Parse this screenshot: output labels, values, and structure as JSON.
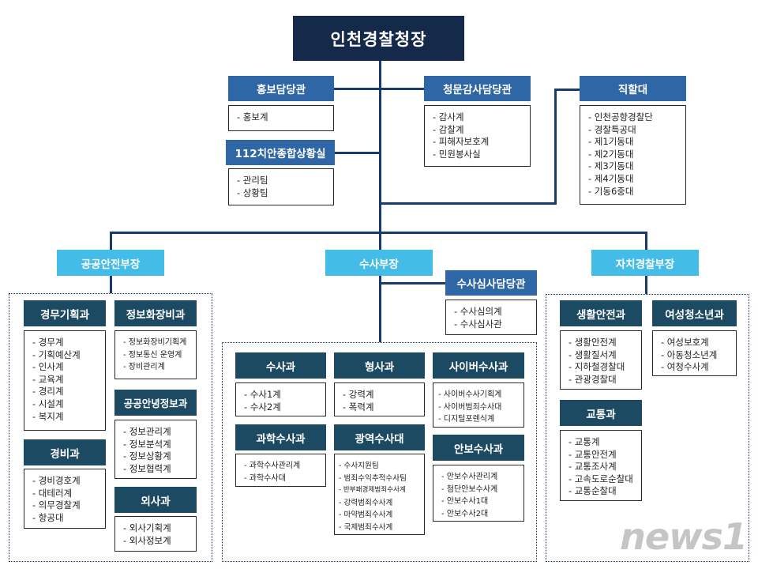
{
  "chief": "인천경찰청장",
  "hongbo": {
    "title": "홍보담당관",
    "items": [
      "- 홍보계"
    ]
  },
  "sit112": {
    "title": "112치안종합상황실",
    "items": [
      "- 관리팀",
      "- 상황팀"
    ]
  },
  "audit": {
    "title": "청문감사담당관",
    "items": [
      "- 감사계",
      "- 감찰계",
      "- 피해자보호계",
      "- 민원봉사실"
    ]
  },
  "direct": {
    "title": "직할대",
    "items": [
      "- 인천공항경찰단",
      "- 경찰특공대",
      "- 제1기동대",
      "- 제2기동대",
      "- 제3기동대",
      "- 제4기동대",
      "- 기동6중대"
    ]
  },
  "bureaus": {
    "public": {
      "title": "공공안전부장",
      "depts": {
        "planning": {
          "title": "경무기획과",
          "items": [
            "- 경무계",
            "- 기획예산계",
            "- 인사계",
            "- 교육계",
            "- 경리계",
            "- 시설계",
            "- 복지계"
          ]
        },
        "security": {
          "title": "경비과",
          "items": [
            "- 경비경호계",
            "- 대테러계",
            "- 의무경찰계",
            "- 항공대"
          ]
        },
        "infoequip": {
          "title": "정보화장비과",
          "items": [
            "- 정보화장비기획계",
            "- 정보통신 운영계",
            "- 장비관리계"
          ]
        },
        "pubinfo": {
          "title": "공공안녕정보과",
          "items": [
            "- 정보관리계",
            "- 정보분석계",
            "- 정보상황계",
            "- 정보협력계"
          ]
        },
        "foreign": {
          "title": "외사과",
          "items": [
            "- 외사기획계",
            "- 외사정보계"
          ]
        }
      }
    },
    "invest": {
      "title": "수사부장",
      "review": {
        "title": "수사심사담당관",
        "items": [
          "- 수사심의계",
          "- 수사심사관"
        ]
      },
      "depts": {
        "susa": {
          "title": "수사과",
          "items": [
            "- 수사1계",
            "- 수사2계"
          ]
        },
        "criminal": {
          "title": "형사과",
          "items": [
            "- 강력계",
            "- 폭력계"
          ]
        },
        "cyber": {
          "title": "사이버수사과",
          "items": [
            "- 사이버수사기획계",
            "- 사이버범죄수사대",
            "- 디지털포렌식계"
          ]
        },
        "science": {
          "title": "과학수사과",
          "items": [
            "- 과학수사관리계",
            "- 과학수사대"
          ]
        },
        "wide": {
          "title": "광역수사대",
          "items": [
            "- 수사지원팀",
            "- 범죄수익추적수사팀",
            "- 반부패경제범죄수사계",
            "- 강력범죄수사계",
            "- 마약범죄수사계",
            "- 국제범죄수사계"
          ]
        },
        "natsec": {
          "title": "안보수사과",
          "items": [
            "- 안보수사관리계",
            "- 첨단안보수사계",
            "- 안보수사1대",
            "- 안보수사2대"
          ]
        }
      }
    },
    "auto": {
      "title": "자치경찰부장",
      "depts": {
        "life": {
          "title": "생활안전과",
          "items": [
            "- 생활안전계",
            "- 생활질서계",
            "- 지하철경찰대",
            "- 관광경찰대"
          ]
        },
        "youth": {
          "title": "여성청소년과",
          "items": [
            "- 여성보호계",
            "- 아동청소년계",
            "- 여청수사계"
          ]
        },
        "traffic": {
          "title": "교통과",
          "items": [
            "- 교통계",
            "- 교통안전계",
            "- 교통조사계",
            "- 고속도로순찰대",
            "- 교통순찰대"
          ]
        }
      }
    }
  },
  "watermark": "news1",
  "colors": {
    "head": "#152a4a",
    "blue": "#2f66a5",
    "cyan": "#43bde8",
    "dark": "#1d4a63",
    "line": "#1a3a6b"
  }
}
